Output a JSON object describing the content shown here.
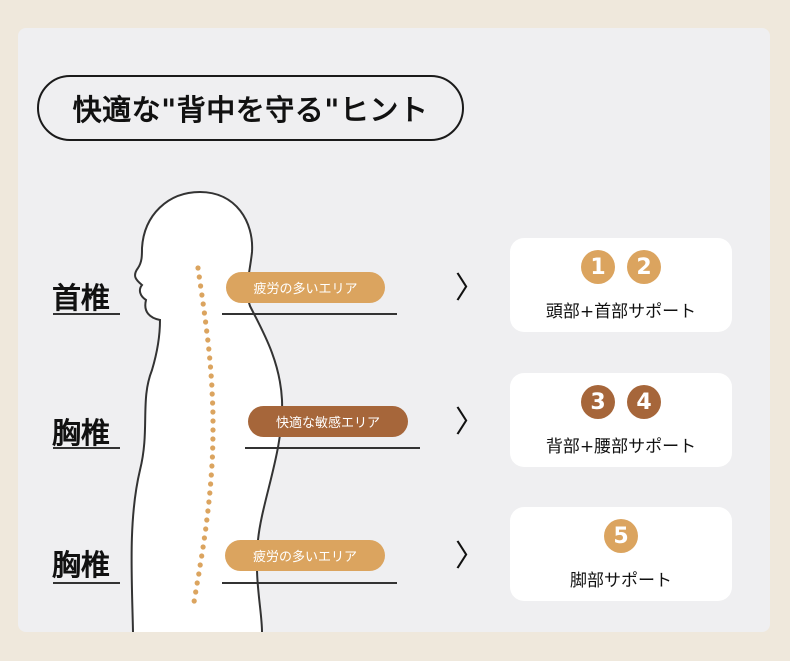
{
  "title": "快適な\"背中を守る\"ヒント",
  "colors": {
    "light": "#dba45f",
    "dark": "#a6663a",
    "panel": "#efeff1"
  },
  "rows": [
    {
      "vertebra": "首椎",
      "area": "疲労の多いエリア",
      "arrow": "〉",
      "numbers": [
        "1",
        "2"
      ],
      "support": "頭部+首部サポート"
    },
    {
      "vertebra": "胸椎",
      "area": "快適な敏感エリア",
      "arrow": "〉",
      "numbers": [
        "3",
        "4"
      ],
      "support": "背部+腰部サポート"
    },
    {
      "vertebra": "胸椎",
      "area": "疲労の多いエリア",
      "arrow": "〉",
      "numbers": [
        "5"
      ],
      "support": "脚部サポート"
    }
  ]
}
